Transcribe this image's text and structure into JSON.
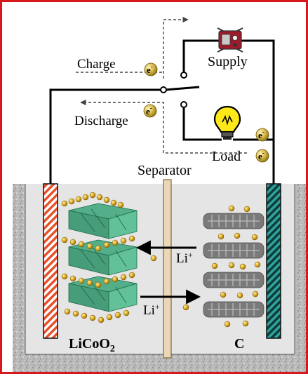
{
  "diagram": {
    "circuit": {
      "charge_label": "Charge",
      "discharge_label": "Discharge",
      "supply_label": "Supply",
      "load_label": "Load",
      "electron_symbol": "e",
      "electron_charge": "-"
    },
    "cell": {
      "separator_label": "Separator",
      "cathode_label": "LiCoO",
      "cathode_subscript": "2",
      "anode_label": "C",
      "ion_symbol": "Li",
      "ion_charge": "+"
    },
    "colors": {
      "frame": "#d7191c",
      "cathode_plate": "#e8502a",
      "anode_plate": "#1f8a85",
      "crystal": "#3aa579",
      "lithium": "#d5a21b",
      "graphite": "#777777"
    },
    "icons": [
      "power-supply-icon",
      "light-bulb-icon"
    ]
  }
}
